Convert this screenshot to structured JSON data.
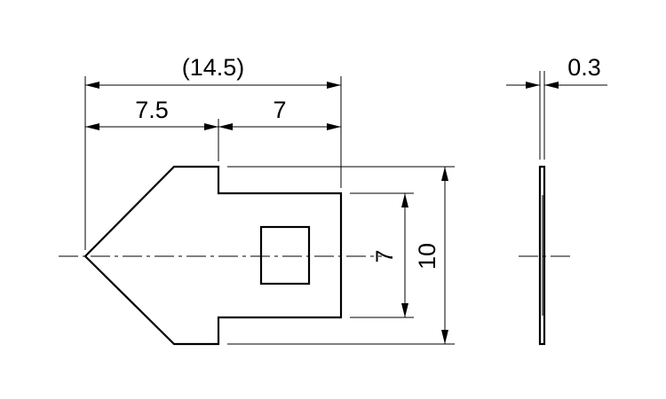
{
  "drawing": {
    "dimensions": {
      "overall_length": "(14.5)",
      "point_length": "7.5",
      "tab_length": "7",
      "slot_height": "7",
      "total_height": "10",
      "thickness": "0.3"
    }
  }
}
